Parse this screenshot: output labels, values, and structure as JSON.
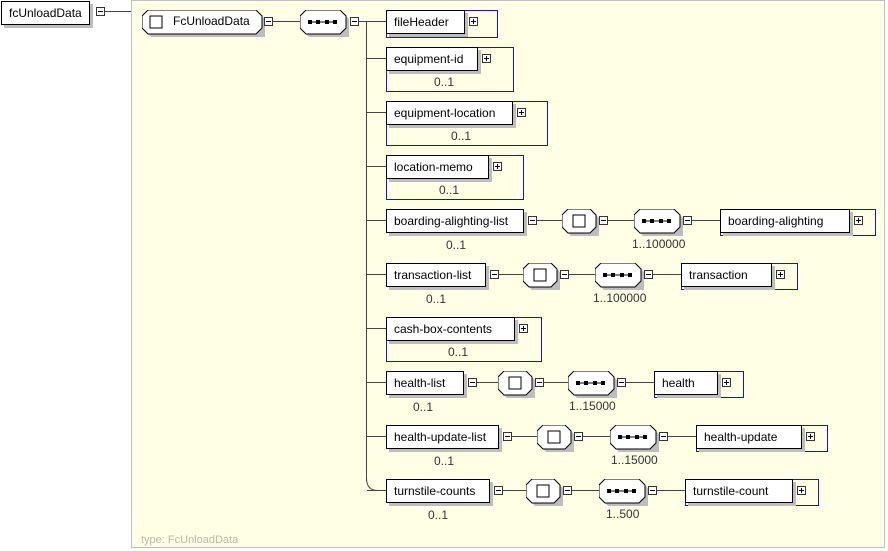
{
  "root": {
    "label": "fcUnloadData"
  },
  "complex_type": {
    "label": "FcUnloadData",
    "type_caption": "type: FcUnloadData"
  },
  "children": [
    {
      "label": "fileHeader",
      "cardinality": ""
    },
    {
      "label": "equipment-id",
      "cardinality": "0..1"
    },
    {
      "label": "equipment-location",
      "cardinality": "0..1"
    },
    {
      "label": "location-memo",
      "cardinality": "0..1"
    },
    {
      "label": "boarding-alighting-list",
      "cardinality": "0..1",
      "seq_cardinality": "1..100000",
      "child": "boarding-alighting"
    },
    {
      "label": "transaction-list",
      "cardinality": "0..1",
      "seq_cardinality": "1..100000",
      "child": "transaction"
    },
    {
      "label": "cash-box-contents",
      "cardinality": "0..1"
    },
    {
      "label": "health-list",
      "cardinality": "0..1",
      "seq_cardinality": "1..15000",
      "child": "health"
    },
    {
      "label": "health-update-list",
      "cardinality": "0..1",
      "seq_cardinality": "1..15000",
      "child": "health-update"
    },
    {
      "label": "turnstile-counts",
      "cardinality": "0..1",
      "seq_cardinality": "1..500",
      "child": "turnstile-count"
    }
  ],
  "colors": {
    "panel_bg": "#ffffe6",
    "group_border": "#1414c8",
    "shadow": "#bdbdbd"
  },
  "icons": {
    "expand": "plus-box-icon",
    "collapse": "minus-box-icon",
    "sequence": "sequence-icon",
    "complex-type": "complex-type-icon"
  }
}
